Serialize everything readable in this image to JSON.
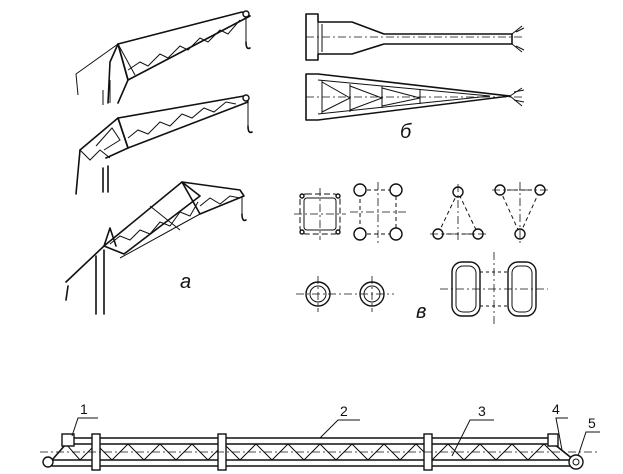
{
  "labels": {
    "a": "а",
    "b": "б",
    "v": "в"
  },
  "callouts": [
    "1",
    "2",
    "3",
    "4",
    "5"
  ]
}
